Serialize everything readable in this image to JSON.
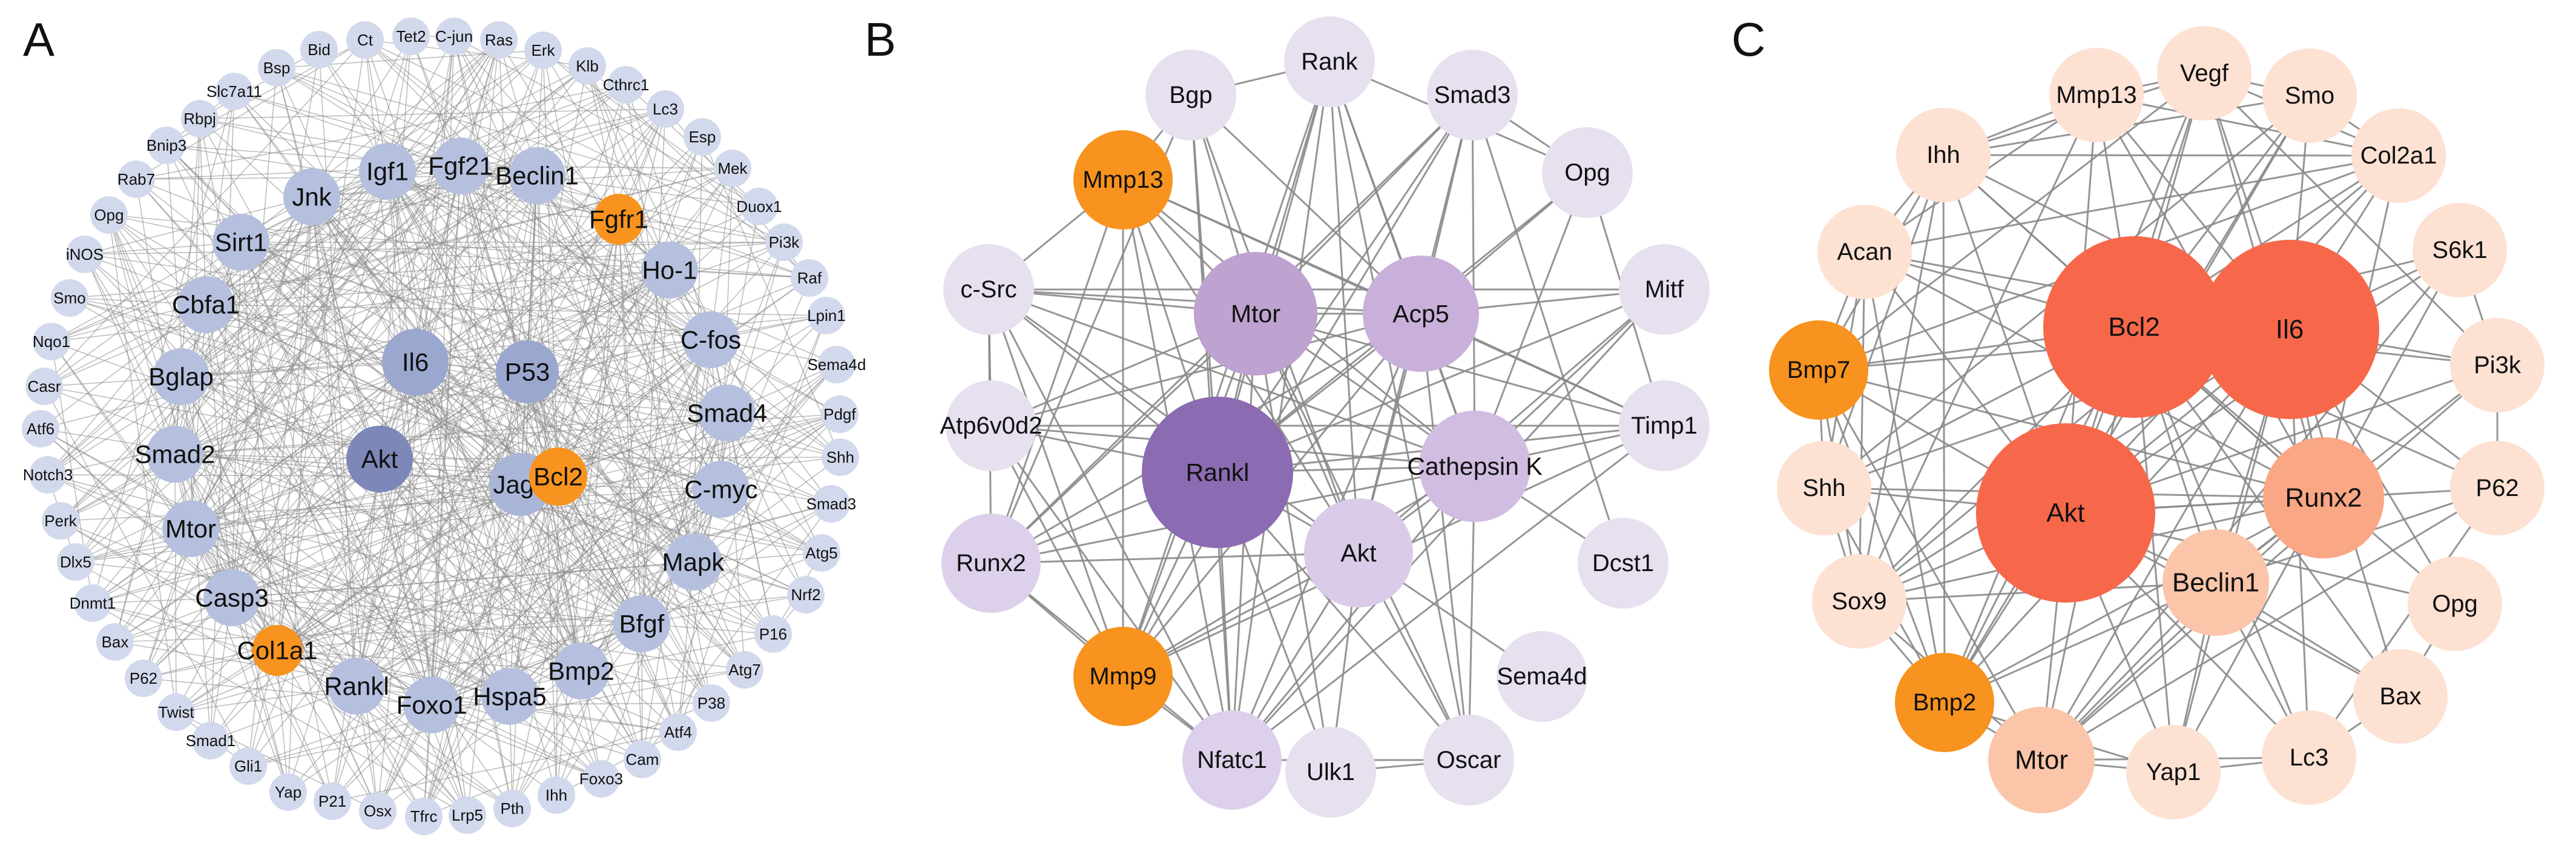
{
  "panels": [
    {
      "label": "A",
      "nodes": [
        {
          "name": "Akt",
          "fill": "#7d87b8",
          "text_color": "#111111"
        },
        {
          "name": "Il6",
          "fill": "#9aa7cf",
          "text_color": "#111111"
        },
        {
          "name": "P53",
          "fill": "#9aa7cf",
          "text_color": "#111111"
        },
        {
          "name": "Jag1",
          "fill": "#aab6d8",
          "text_color": "#111111"
        },
        {
          "name": "Bcl2",
          "fill": "#f7931e",
          "text_color": "#111111"
        },
        {
          "name": "Fgfr1",
          "fill": "#f7931e",
          "text_color": "#111111"
        },
        {
          "name": "Col1a1",
          "fill": "#f7931e",
          "text_color": "#111111"
        },
        {
          "name": "Igf1",
          "fill": "#b5c0de",
          "text_color": "#111111"
        },
        {
          "name": "Fgf21",
          "fill": "#b5c0de",
          "text_color": "#111111"
        },
        {
          "name": "Beclin1",
          "fill": "#b5c0de",
          "text_color": "#111111"
        },
        {
          "name": "Jnk",
          "fill": "#b5c0de",
          "text_color": "#111111"
        },
        {
          "name": "Sirt1",
          "fill": "#b5c0de",
          "text_color": "#111111"
        },
        {
          "name": "Ho-1",
          "fill": "#b5c0de",
          "text_color": "#111111"
        },
        {
          "name": "Cbfa1",
          "fill": "#b5c0de",
          "text_color": "#111111"
        },
        {
          "name": "C-fos",
          "fill": "#b5c0de",
          "text_color": "#111111"
        },
        {
          "name": "Bglap",
          "fill": "#b5c0de",
          "text_color": "#111111"
        },
        {
          "name": "Smad4",
          "fill": "#b5c0de",
          "text_color": "#111111"
        },
        {
          "name": "Smad2",
          "fill": "#b5c0de",
          "text_color": "#111111"
        },
        {
          "name": "C-myc",
          "fill": "#b5c0de",
          "text_color": "#111111"
        },
        {
          "name": "Mtor",
          "fill": "#b5c0de",
          "text_color": "#111111"
        },
        {
          "name": "Mapk",
          "fill": "#b5c0de",
          "text_color": "#111111"
        },
        {
          "name": "Casp3",
          "fill": "#b5c0de",
          "text_color": "#111111"
        },
        {
          "name": "Bfgf",
          "fill": "#b5c0de",
          "text_color": "#111111"
        },
        {
          "name": "Rankl",
          "fill": "#b5c0de",
          "text_color": "#111111"
        },
        {
          "name": "Foxo1",
          "fill": "#b5c0de",
          "text_color": "#111111"
        },
        {
          "name": "Hspa5",
          "fill": "#b5c0de",
          "text_color": "#111111"
        },
        {
          "name": "Bmp2",
          "fill": "#b5c0de",
          "text_color": "#111111"
        },
        {
          "name": "Ct",
          "fill": "#d3d9ec",
          "text_color": "#111111"
        },
        {
          "name": "Tet2",
          "fill": "#d3d9ec",
          "text_color": "#111111"
        },
        {
          "name": "C-jun",
          "fill": "#d3d9ec",
          "text_color": "#111111"
        },
        {
          "name": "Ras",
          "fill": "#d3d9ec",
          "text_color": "#111111"
        },
        {
          "name": "Bid",
          "fill": "#d3d9ec",
          "text_color": "#111111"
        },
        {
          "name": "Erk",
          "fill": "#d3d9ec",
          "text_color": "#111111"
        },
        {
          "name": "Klb",
          "fill": "#d3d9ec",
          "text_color": "#111111"
        },
        {
          "name": "Bsp",
          "fill": "#d3d9ec",
          "text_color": "#111111"
        },
        {
          "name": "Cthrc1",
          "fill": "#d3d9ec",
          "text_color": "#111111"
        },
        {
          "name": "Slc7a11",
          "fill": "#d3d9ec",
          "text_color": "#111111"
        },
        {
          "name": "Lc3",
          "fill": "#d3d9ec",
          "text_color": "#111111"
        },
        {
          "name": "Rbpj",
          "fill": "#d3d9ec",
          "text_color": "#111111"
        },
        {
          "name": "Esp",
          "fill": "#d3d9ec",
          "text_color": "#111111"
        },
        {
          "name": "Bnip3",
          "fill": "#d3d9ec",
          "text_color": "#111111"
        },
        {
          "name": "Mek",
          "fill": "#d3d9ec",
          "text_color": "#111111"
        },
        {
          "name": "Rab7",
          "fill": "#d3d9ec",
          "text_color": "#111111"
        },
        {
          "name": "Duox1",
          "fill": "#d3d9ec",
          "text_color": "#111111"
        },
        {
          "name": "Opg",
          "fill": "#d3d9ec",
          "text_color": "#111111"
        },
        {
          "name": "Pi3k",
          "fill": "#d3d9ec",
          "text_color": "#111111"
        },
        {
          "name": "iNOS",
          "fill": "#d3d9ec",
          "text_color": "#111111"
        },
        {
          "name": "Raf",
          "fill": "#d3d9ec",
          "text_color": "#111111"
        },
        {
          "name": "Smo",
          "fill": "#d3d9ec",
          "text_color": "#111111"
        },
        {
          "name": "Lpin1",
          "fill": "#d3d9ec",
          "text_color": "#111111"
        },
        {
          "name": "Nqo1",
          "fill": "#d3d9ec",
          "text_color": "#111111"
        },
        {
          "name": "Sema4d",
          "fill": "#d3d9ec",
          "text_color": "#111111"
        },
        {
          "name": "Casr",
          "fill": "#d3d9ec",
          "text_color": "#111111"
        },
        {
          "name": "Pdgf",
          "fill": "#d3d9ec",
          "text_color": "#111111"
        },
        {
          "name": "Atf6",
          "fill": "#d3d9ec",
          "text_color": "#111111"
        },
        {
          "name": "Shh",
          "fill": "#d3d9ec",
          "text_color": "#111111"
        },
        {
          "name": "Notch3",
          "fill": "#d3d9ec",
          "text_color": "#111111"
        },
        {
          "name": "Smad3",
          "fill": "#d3d9ec",
          "text_color": "#111111"
        },
        {
          "name": "Perk",
          "fill": "#d3d9ec",
          "text_color": "#111111"
        },
        {
          "name": "Atg5",
          "fill": "#d3d9ec",
          "text_color": "#111111"
        },
        {
          "name": "Dlx5",
          "fill": "#d3d9ec",
          "text_color": "#111111"
        },
        {
          "name": "Nrf2",
          "fill": "#d3d9ec",
          "text_color": "#111111"
        },
        {
          "name": "Dnmt1",
          "fill": "#d3d9ec",
          "text_color": "#111111"
        },
        {
          "name": "P16",
          "fill": "#d3d9ec",
          "text_color": "#111111"
        },
        {
          "name": "Bax",
          "fill": "#d3d9ec",
          "text_color": "#111111"
        },
        {
          "name": "Atg7",
          "fill": "#d3d9ec",
          "text_color": "#111111"
        },
        {
          "name": "P62",
          "fill": "#d3d9ec",
          "text_color": "#111111"
        },
        {
          "name": "P38",
          "fill": "#d3d9ec",
          "text_color": "#111111"
        },
        {
          "name": "Twist",
          "fill": "#d3d9ec",
          "text_color": "#111111"
        },
        {
          "name": "Atf4",
          "fill": "#d3d9ec",
          "text_color": "#111111"
        },
        {
          "name": "Smad1",
          "fill": "#d3d9ec",
          "text_color": "#111111"
        },
        {
          "name": "Cam",
          "fill": "#d3d9ec",
          "text_color": "#111111"
        },
        {
          "name": "Gli1",
          "fill": "#d3d9ec",
          "text_color": "#111111"
        },
        {
          "name": "Foxo3",
          "fill": "#d3d9ec",
          "text_color": "#111111"
        },
        {
          "name": "Yap",
          "fill": "#d3d9ec",
          "text_color": "#111111"
        },
        {
          "name": "Ihh",
          "fill": "#d3d9ec",
          "text_color": "#111111"
        },
        {
          "name": "P21",
          "fill": "#d3d9ec",
          "text_color": "#111111"
        },
        {
          "name": "Pth",
          "fill": "#d3d9ec",
          "text_color": "#111111"
        },
        {
          "name": "Osx",
          "fill": "#d3d9ec",
          "text_color": "#111111"
        },
        {
          "name": "Lrp5",
          "fill": "#d3d9ec",
          "text_color": "#111111"
        },
        {
          "name": "Tfrc",
          "fill": "#d3d9ec",
          "text_color": "#111111"
        }
      ]
    },
    {
      "label": "B",
      "nodes": [
        {
          "name": "Rankl",
          "fill": "#8b6bb1",
          "text_color": "#111111"
        },
        {
          "name": "Mtor",
          "fill": "#bea2cf",
          "text_color": "#111111"
        },
        {
          "name": "Acp5",
          "fill": "#c9b0da",
          "text_color": "#111111"
        },
        {
          "name": "Cathepsin K",
          "fill": "#d2bde2",
          "text_color": "#111111"
        },
        {
          "name": "Akt",
          "fill": "#dacce8",
          "text_color": "#111111"
        },
        {
          "name": "Mmp13",
          "fill": "#f7931e",
          "text_color": "#111111"
        },
        {
          "name": "Mmp9",
          "fill": "#f7931e",
          "text_color": "#111111"
        },
        {
          "name": "Runx2",
          "fill": "#ddd0ea",
          "text_color": "#111111"
        },
        {
          "name": "Nfatc1",
          "fill": "#ddd0ea",
          "text_color": "#111111"
        },
        {
          "name": "Bgp",
          "fill": "#e6e0ef",
          "text_color": "#111111"
        },
        {
          "name": "Rank",
          "fill": "#e6e0ef",
          "text_color": "#111111"
        },
        {
          "name": "Smad3",
          "fill": "#e6e0ef",
          "text_color": "#111111"
        },
        {
          "name": "Opg",
          "fill": "#e6e0ef",
          "text_color": "#111111"
        },
        {
          "name": "Mitf",
          "fill": "#e6e0ef",
          "text_color": "#111111"
        },
        {
          "name": "Timp1",
          "fill": "#e6e0ef",
          "text_color": "#111111"
        },
        {
          "name": "Dcst1",
          "fill": "#e6e0ef",
          "text_color": "#111111"
        },
        {
          "name": "Sema4d",
          "fill": "#e6e0ef",
          "text_color": "#111111"
        },
        {
          "name": "Oscar",
          "fill": "#e6e0ef",
          "text_color": "#111111"
        },
        {
          "name": "Ulk1",
          "fill": "#e6e0ef",
          "text_color": "#111111"
        },
        {
          "name": "c-Src",
          "fill": "#e6e0ef",
          "text_color": "#111111"
        },
        {
          "name": "Atp6v0d2",
          "fill": "#e6e0ef",
          "text_color": "#111111"
        }
      ]
    },
    {
      "label": "C",
      "nodes": [
        {
          "name": "Bcl2",
          "fill": "#f7684a",
          "text_color": "#111111"
        },
        {
          "name": "Il6",
          "fill": "#f7684a",
          "text_color": "#111111"
        },
        {
          "name": "Akt",
          "fill": "#f7684a",
          "text_color": "#111111"
        },
        {
          "name": "Runx2",
          "fill": "#f9a784",
          "text_color": "#111111"
        },
        {
          "name": "Beclin1",
          "fill": "#fbc5aa",
          "text_color": "#111111"
        },
        {
          "name": "Mtor",
          "fill": "#fbc5aa",
          "text_color": "#111111"
        },
        {
          "name": "Bmp7",
          "fill": "#f7931e",
          "text_color": "#111111"
        },
        {
          "name": "Bmp2",
          "fill": "#f7931e",
          "text_color": "#111111"
        },
        {
          "name": "Mmp13",
          "fill": "#fde1d3",
          "text_color": "#111111"
        },
        {
          "name": "Vegf",
          "fill": "#fde1d3",
          "text_color": "#111111"
        },
        {
          "name": "Smo",
          "fill": "#fde1d3",
          "text_color": "#111111"
        },
        {
          "name": "Ihh",
          "fill": "#fde1d3",
          "text_color": "#111111"
        },
        {
          "name": "Col2a1",
          "fill": "#fde1d3",
          "text_color": "#111111"
        },
        {
          "name": "Acan",
          "fill": "#fde1d3",
          "text_color": "#111111"
        },
        {
          "name": "S6k1",
          "fill": "#fde1d3",
          "text_color": "#111111"
        },
        {
          "name": "Pi3k",
          "fill": "#fde1d3",
          "text_color": "#111111"
        },
        {
          "name": "Shh",
          "fill": "#fde1d3",
          "text_color": "#111111"
        },
        {
          "name": "P62",
          "fill": "#fde1d3",
          "text_color": "#111111"
        },
        {
          "name": "Sox9",
          "fill": "#fde1d3",
          "text_color": "#111111"
        },
        {
          "name": "Opg",
          "fill": "#fde1d3",
          "text_color": "#111111"
        },
        {
          "name": "Bax",
          "fill": "#fde1d3",
          "text_color": "#111111"
        },
        {
          "name": "Lc3",
          "fill": "#fde1d3",
          "text_color": "#111111"
        },
        {
          "name": "Yap1",
          "fill": "#fde1d3",
          "text_color": "#111111"
        }
      ]
    }
  ]
}
